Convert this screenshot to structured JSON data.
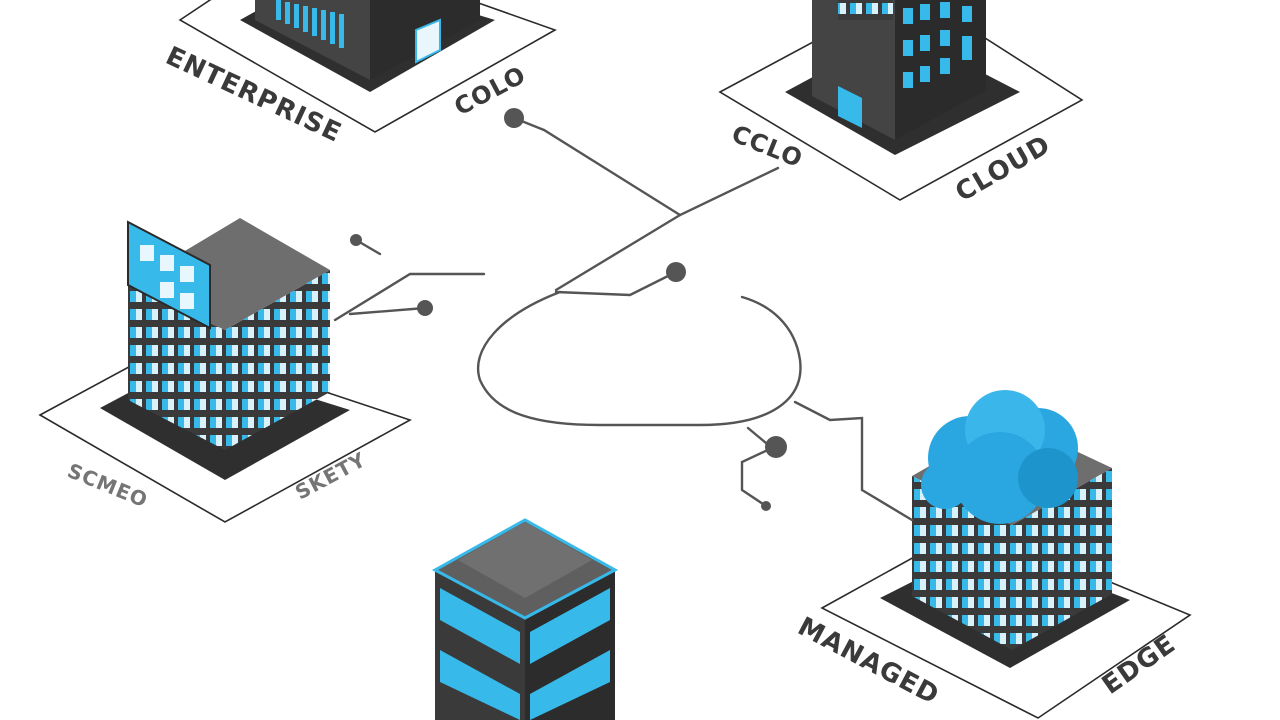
{
  "diagram": {
    "labels": {
      "enterprise": "ENTERPRISE",
      "colo_top": "COLO",
      "colo_mid": "CCLO",
      "cloud": "CLOUD",
      "managed": "MANAGED",
      "edge": "EDGE",
      "left_a": "SCMEO",
      "left_b": "SKETY"
    },
    "colors": {
      "body_dark": "#3a3a3a",
      "roof_gray": "#6e6e6e",
      "glass_blue": "#35b8ea",
      "cloud_blue": "#2aa7e0",
      "line": "#555555"
    },
    "buildings": [
      "enterprise",
      "cloud-tower",
      "office-left",
      "data-center",
      "managed-edge"
    ]
  }
}
